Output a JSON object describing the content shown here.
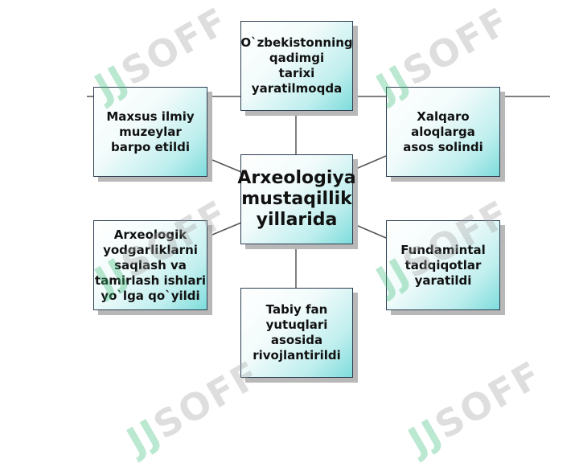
{
  "diagram": {
    "center": "Arxeologiya\nmustaqillik\nyillarida",
    "nodes": {
      "top": "O`zbekistonning\nqadimgi\ntarixi\nyaratilmoqda",
      "top_left": "Maxsus ilmiy\nmuzeylar\nbarpo etildi",
      "top_right": "Xalqaro\naloqlarga\nasos solindi",
      "bottom_left": "Arxeologik\nyodgarliklarni\nsaqlash va\ntamirlash ishlari\nyo`lga qo`yildi",
      "bottom_right": "Fundamintal\ntadqiqotlar\nyaratildi",
      "bottom": "Tabiy fan\nyutuqlari\nasosida\nrivojlantirildi"
    },
    "colors": {
      "box_fill_end": "#7edcdc",
      "border": "#2c3e50",
      "connector": "#555555"
    }
  },
  "watermark": {
    "text": "SOFF",
    "mark": "JJ"
  }
}
